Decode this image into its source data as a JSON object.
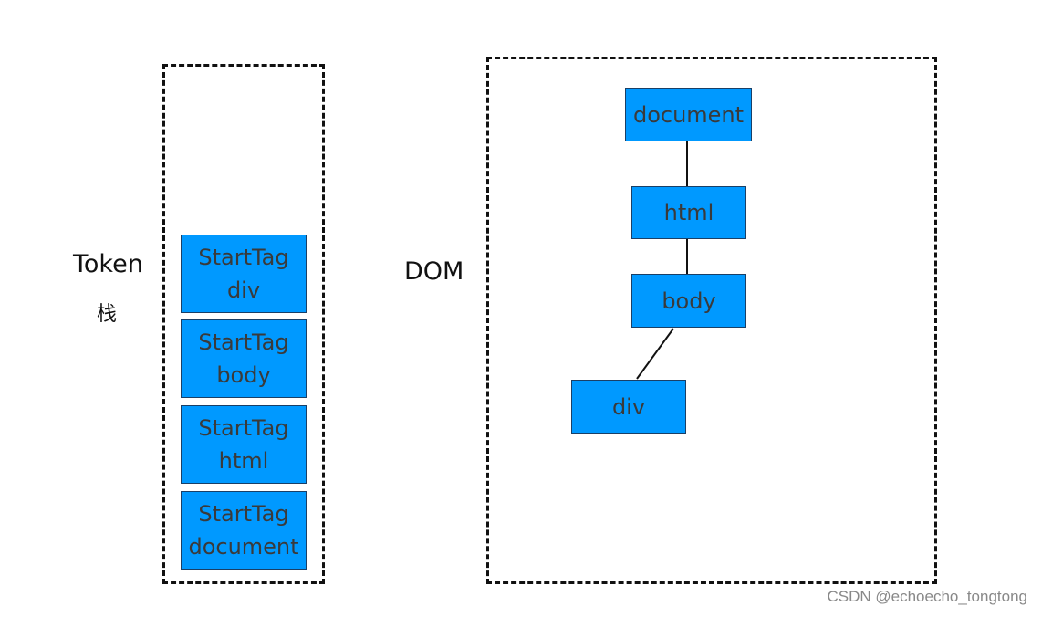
{
  "token_stack": {
    "label": "Token",
    "sublabel": "栈",
    "items": [
      {
        "line1": "StartTag",
        "line2": "div"
      },
      {
        "line1": "StartTag",
        "line2": "body"
      },
      {
        "line1": "StartTag",
        "line2": "html"
      },
      {
        "line1": "StartTag",
        "line2": "document"
      }
    ]
  },
  "dom_tree": {
    "label": "DOM",
    "nodes": [
      "document",
      "html",
      "body",
      "div"
    ]
  },
  "watermark": "CSDN @echoecho_tongtong",
  "colors": {
    "node_fill": "#0099ff",
    "node_text": "#3a3a3a",
    "frame": "#111111"
  }
}
